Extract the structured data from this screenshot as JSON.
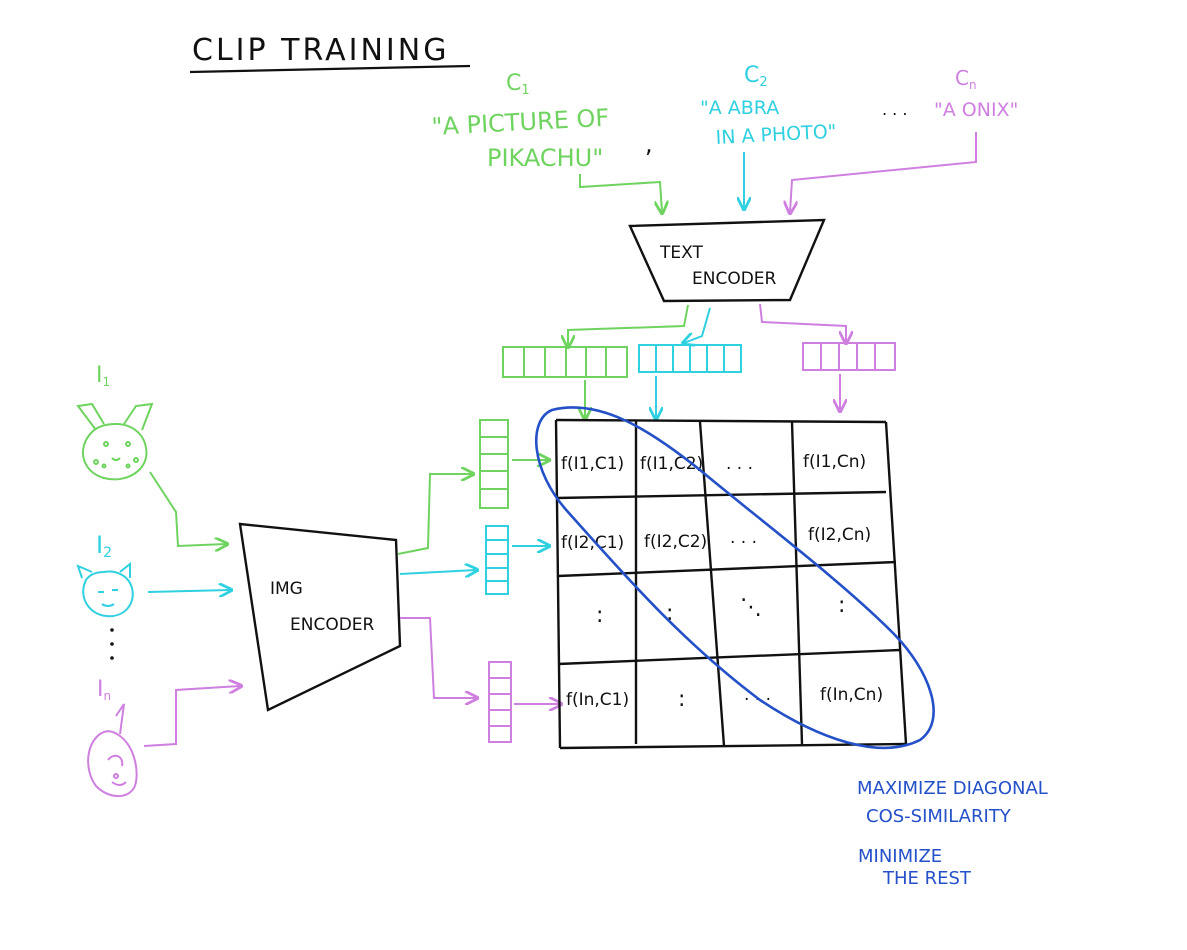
{
  "title": "CLIP TRAINING",
  "colors": {
    "ink": "#111111",
    "green": "#6fd35f",
    "cyan": "#2fd0e0",
    "magenta": "#cf7fe0",
    "blue": "#2450c8"
  },
  "captions": {
    "c1": {
      "label": "C1",
      "label_main": "C",
      "label_sub": "1",
      "text_line1": "\"A PICTURE OF",
      "text_line2": "PIKACHU\""
    },
    "c2": {
      "label": "C2",
      "label_main": "C",
      "label_sub": "2",
      "text_line1": "\"A ABRA",
      "text_line2": "IN A PHOTO\""
    },
    "ellipsis": ". . .",
    "cn": {
      "label": "Cn",
      "label_main": "C",
      "label_sub": "n",
      "text_line1": "\"A ONIX\""
    },
    "comma": ","
  },
  "text_encoder": {
    "line1": "TEXT",
    "line2": "ENCODER"
  },
  "img_encoder": {
    "line1": "IMG",
    "line2": "ENCODER"
  },
  "images": {
    "i1": {
      "label_main": "I",
      "label_sub": "1",
      "icon": "pikachu-sketch-icon"
    },
    "i2": {
      "label_main": "I",
      "label_sub": "2",
      "icon": "abra-sketch-icon"
    },
    "vdots": ".\n.\n.",
    "in": {
      "label_main": "I",
      "label_sub": "n",
      "icon": "onix-sketch-icon"
    }
  },
  "matrix": {
    "row1": [
      "f(I1,C1)",
      "f(I1,C2)",
      ". . .",
      "f(I1,Cn)"
    ],
    "row2": [
      "f(I2,C1)",
      "f(I2,C2)",
      ". . .",
      "f(I2,Cn)"
    ],
    "row3": [
      ":",
      ":",
      "⋱",
      ":"
    ],
    "row4": [
      "f(In,C1)",
      ":",
      ". . .",
      "f(In,Cn)"
    ]
  },
  "notes": {
    "line1": "MAXIMIZE DIAGONAL",
    "line2": "COS-SIMILARITY",
    "line3": "MINIMIZE",
    "line4": "THE REST"
  }
}
